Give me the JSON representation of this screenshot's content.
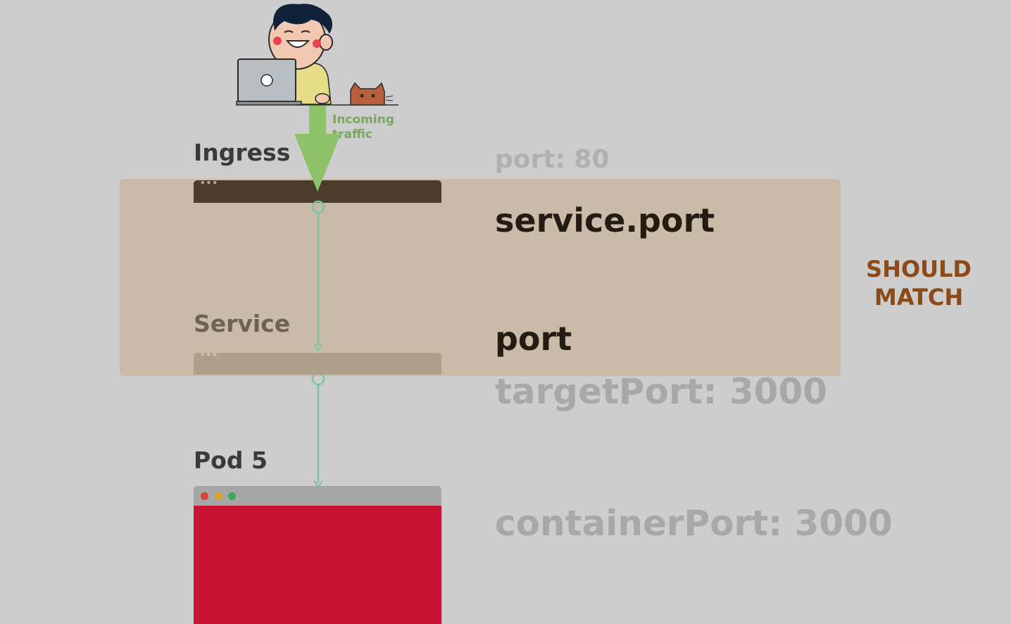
{
  "labels": {
    "ingress": "Ingress",
    "service": "Service",
    "pod": "Pod 5",
    "incoming_traffic_line1": "Incoming",
    "incoming_traffic_line2": "traffic",
    "should_line1": "SHOULD",
    "should_line2": "MATCH",
    "window_dots": "•••"
  },
  "fields": {
    "ingress_port": "port: 80",
    "service_port": "service.port",
    "port": "port",
    "target_port": "targetPort: 3000",
    "container_port": "containerPort: 3000"
  },
  "icons": {
    "person": "person-with-laptop-icon",
    "cat": "cat-icon",
    "arrow": "arrow-down-icon"
  },
  "colors": {
    "highlight_band": "#c9bba7",
    "ingress_bar": "#4b3c2b",
    "service_bar": "#afa08c",
    "pod_body": "#c91434",
    "connector": "#7cc4a4",
    "traffic_arrow": "#8ec26a",
    "should_match": "#8b4a17"
  }
}
